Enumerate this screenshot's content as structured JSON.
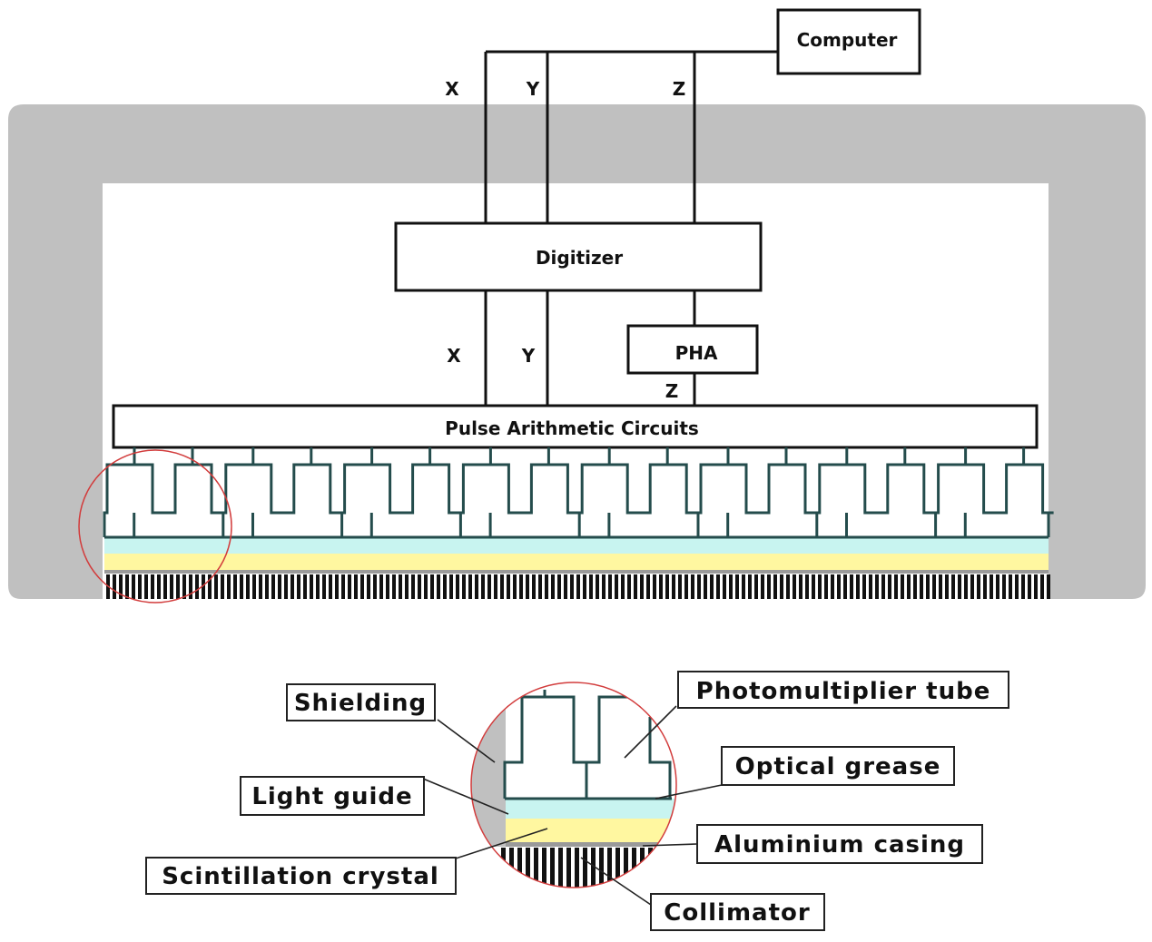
{
  "boxes": {
    "computer": "Computer",
    "digitizer": "Digitizer",
    "pha": "PHA",
    "pulse_arithmetic": "Pulse Arithmetic Circuits"
  },
  "signals": {
    "top_x": "X",
    "top_y": "Y",
    "top_z": "Z",
    "mid_x": "X",
    "mid_y": "Y",
    "mid_z": "Z"
  },
  "callouts": {
    "shielding": "Shielding",
    "photomultiplier_tube": "Photomultiplier tube",
    "optical_grease": "Optical grease",
    "light_guide": "Light guide",
    "aluminium_casing": "Aluminium casing",
    "scintillation_crystal": "Scintillation crystal",
    "collimator": "Collimator"
  },
  "colors": {
    "shielding": "#c0c0c0",
    "light_guide": "#c8f4f0",
    "scintillation_crystal": "#fff7a0",
    "pmt_outline": "#244c4c",
    "highlight_circle": "#d23c3c",
    "collimator": "#111111"
  }
}
